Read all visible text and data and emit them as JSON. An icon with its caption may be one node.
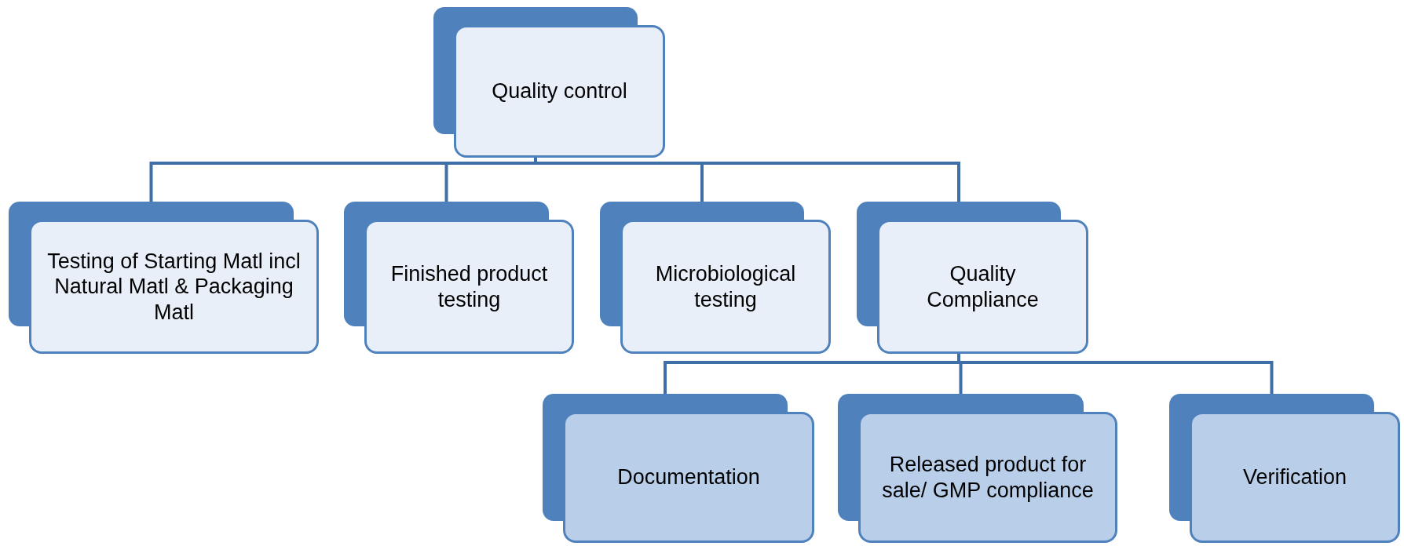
{
  "diagram": {
    "nodes": [
      {
        "text": [
          "Quality control"
        ]
      },
      {
        "text": [
          "Testing of Starting Matl incl Natural Matl & Packaging Matl"
        ]
      },
      {
        "text": [
          "Finished product testing"
        ]
      },
      {
        "text": [
          "Microbiological testing"
        ]
      },
      {
        "text": [
          "Quality Compliance"
        ]
      },
      {
        "text": [
          "Documentation"
        ]
      },
      {
        "text": [
          "Released product for sale/ GMP compliance"
        ]
      },
      {
        "text": [
          "Verification"
        ]
      }
    ],
    "edges": [
      {
        "from": 0,
        "to": 1,
        "arrow": "none"
      },
      {
        "from": 0,
        "to": 2,
        "arrow": "none"
      },
      {
        "from": 0,
        "to": 3,
        "arrow": "none"
      },
      {
        "from": 0,
        "to": 4,
        "arrow": "none"
      },
      {
        "from": 4,
        "to": 5,
        "arrow": "none"
      },
      {
        "from": 4,
        "to": 6,
        "arrow": "none"
      },
      {
        "from": 4,
        "to": 7,
        "arrow": "none"
      }
    ]
  }
}
